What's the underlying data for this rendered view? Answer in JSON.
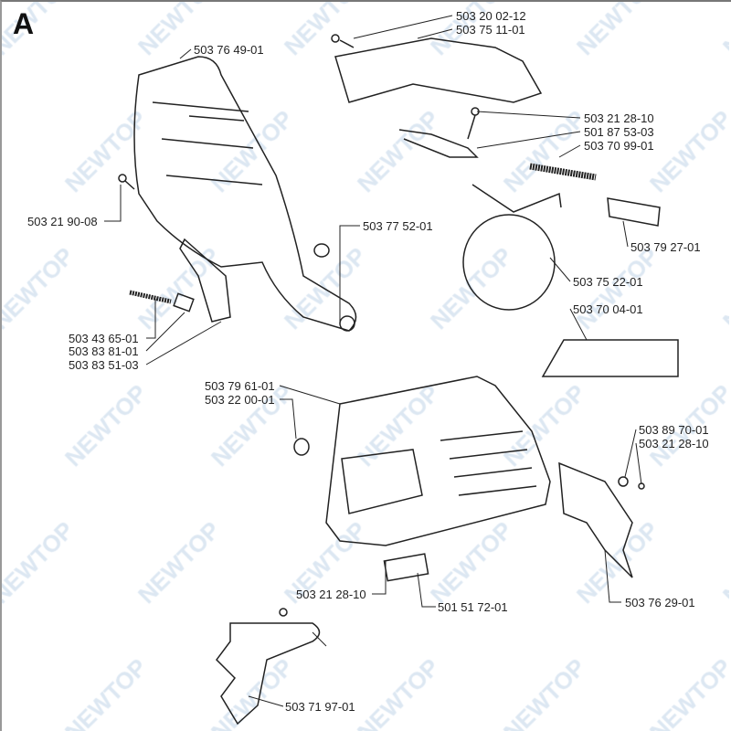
{
  "section_letter": "A",
  "watermark": "NEWTOP",
  "labels": [
    "503 20 02-12",
    "503 75 11-01",
    "503 76 49-01",
    "503 21 28-10",
    "501 87 53-03",
    "503 70 99-01",
    "503 21 90-08",
    "503 77 52-01",
    "503 79 27-01",
    "503 75 22-01",
    "503 70 04-01",
    "503 43 65-01",
    "503 83 81-01",
    "503 83 51-03",
    "503 79 61-01",
    "503 22 00-01",
    "503 89 70-01",
    "503 21 28-10",
    "503 21 28-10",
    "501 51 72-01",
    "503 76 29-01",
    "503 71 97-01"
  ]
}
